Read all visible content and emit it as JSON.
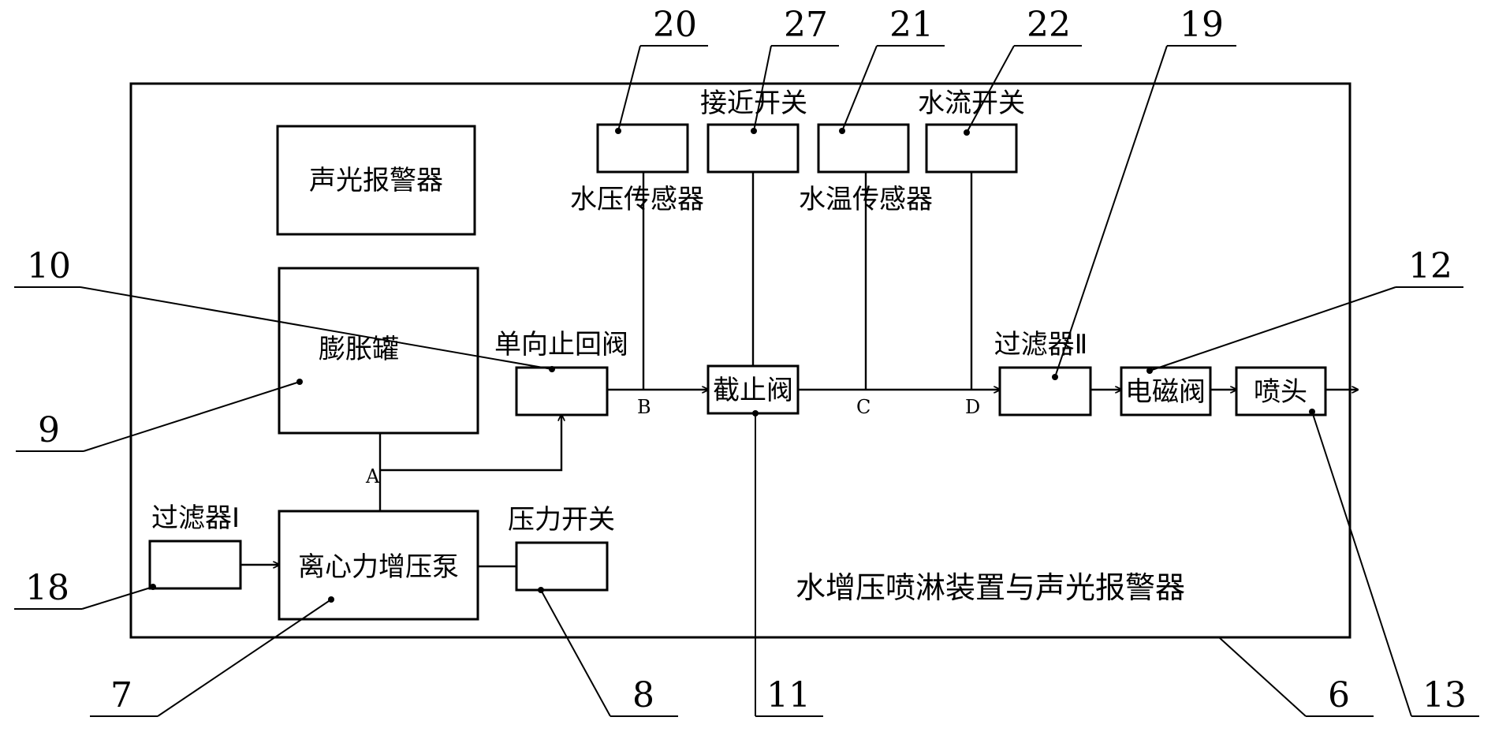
{
  "title": "水增压喷淋装置与声光报警器",
  "components": {
    "alarm": "声光报警器",
    "expansion_tank": "膨胀罐",
    "check_valve": "单向止回阀",
    "stop_valve": "截止阀",
    "filter_2": "过滤器Ⅱ",
    "solenoid_valve": "电磁阀",
    "nozzle": "喷头",
    "filter_1": "过滤器Ⅰ",
    "pump": "离心力增压泵",
    "pressure_switch": "压力开关",
    "water_pressure_sensor": "水压传感器",
    "proximity_switch": "接近开关",
    "water_temp_sensor": "水温传感器",
    "water_flow_switch": "水流开关"
  },
  "points": {
    "a": "A",
    "b": "B",
    "c": "C",
    "d": "D"
  },
  "refs": {
    "r20": "20",
    "r27": "27",
    "r21": "21",
    "r22": "22",
    "r19": "19",
    "r10": "10",
    "r12": "12",
    "r9": "9",
    "r18": "18",
    "r7": "7",
    "r8": "8",
    "r11": "11",
    "r6": "6",
    "r13": "13"
  }
}
